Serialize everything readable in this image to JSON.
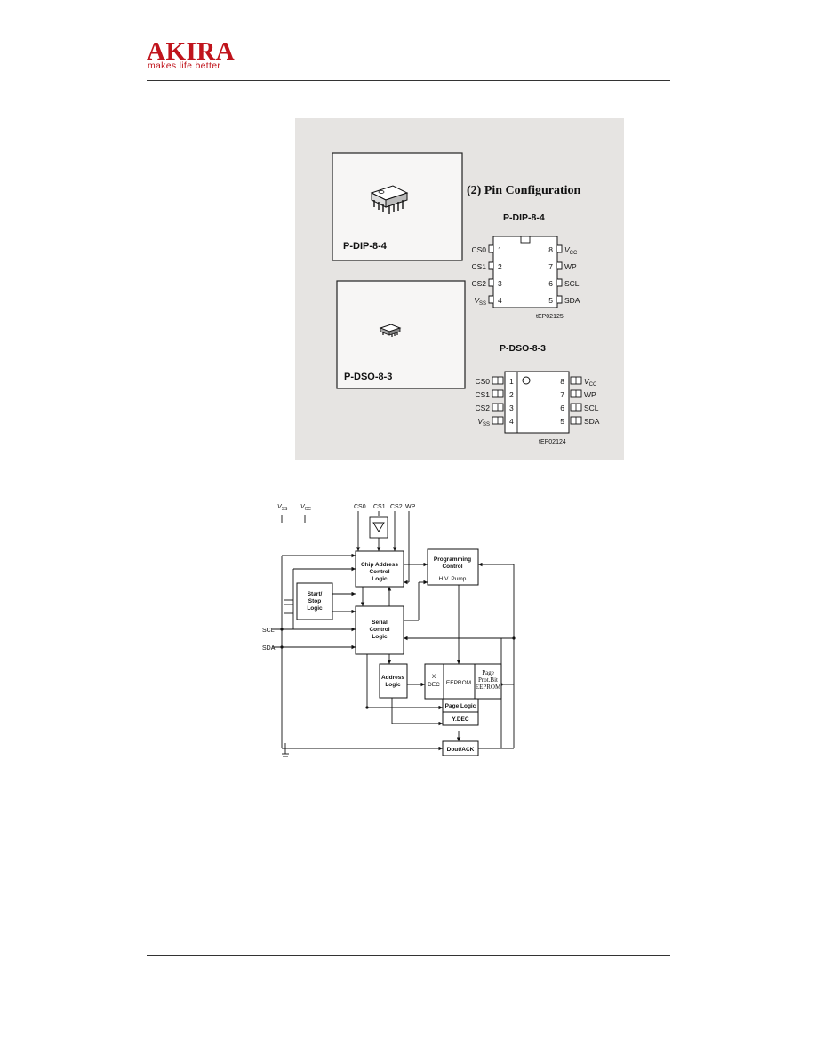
{
  "header": {
    "brand": "AKIRA",
    "tagline": "makes life better"
  },
  "package_figure": {
    "section_title": "(2) Pin Configuration",
    "pkg_dip_label": "P-DIP-8-4",
    "pkg_dso_label": "P-DSO-8-3",
    "dip": {
      "title": "P-DIP-8-4",
      "code": "tEP02125",
      "left_pins": [
        {
          "name": "CS0",
          "num": "1"
        },
        {
          "name": "CS1",
          "num": "2"
        },
        {
          "name": "CS2",
          "num": "3"
        },
        {
          "name": "V",
          "sub": "SS",
          "num": "4"
        }
      ],
      "right_pins": [
        {
          "name": "V",
          "sub": "CC",
          "num": "8"
        },
        {
          "name": "WP",
          "num": "7"
        },
        {
          "name": "SCL",
          "num": "6"
        },
        {
          "name": "SDA",
          "num": "5"
        }
      ]
    },
    "dso": {
      "title": "P-DSO-8-3",
      "code": "tEP02124",
      "left_pins": [
        {
          "name": "CS0",
          "num": "1"
        },
        {
          "name": "CS1",
          "num": "2"
        },
        {
          "name": "CS2",
          "num": "3"
        },
        {
          "name": "V",
          "sub": "SS",
          "num": "4"
        }
      ],
      "right_pins": [
        {
          "name": "V",
          "sub": "CC",
          "num": "8"
        },
        {
          "name": "WP",
          "num": "7"
        },
        {
          "name": "SCL",
          "num": "6"
        },
        {
          "name": "SDA",
          "num": "5"
        }
      ]
    }
  },
  "block_diagram": {
    "supply": {
      "vss": "V",
      "vss_sub": "SS",
      "vcc": "V",
      "vcc_sub": "CC"
    },
    "inputs": [
      "CS0",
      "CS1",
      "CS2",
      "WP"
    ],
    "side_inputs": [
      "SCL",
      "SDA"
    ],
    "chip_address": [
      "Chip Address",
      "Control",
      "Logic"
    ],
    "programming": [
      "Programming",
      "Control",
      "H.V. Pump"
    ],
    "start_stop": [
      "Start/",
      "Stop",
      "Logic"
    ],
    "serial": [
      "Serial",
      "Control",
      "Logic"
    ],
    "address_logic": [
      "Address",
      "Logic"
    ],
    "x_dec": [
      "X",
      "DEC"
    ],
    "eeprom": "EEPROM",
    "page_prot": [
      "Page",
      "Prot.Bit",
      "EEPROM"
    ],
    "page_logic": "Page Logic",
    "y_dec": "Y.DEC",
    "dout": "Dout/ACK"
  }
}
